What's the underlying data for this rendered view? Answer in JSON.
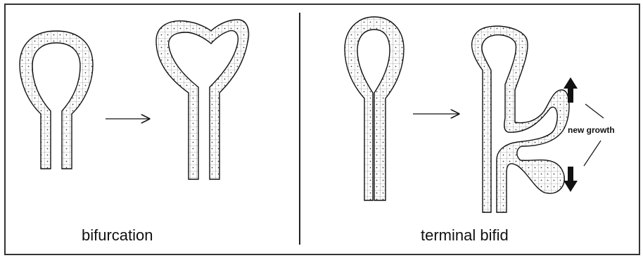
{
  "labels": {
    "left_caption": "bifurcation",
    "right_caption": "terminal bifid",
    "annotation": "new growth"
  }
}
